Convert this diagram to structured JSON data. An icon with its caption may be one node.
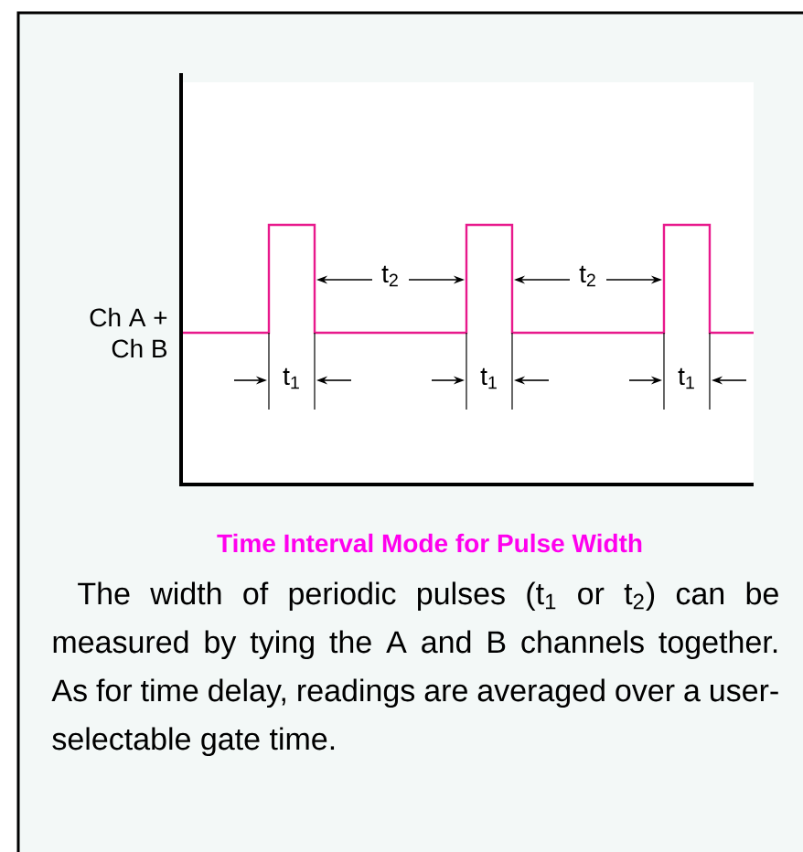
{
  "diagram": {
    "title": "Time Interval Mode for Pulse Width",
    "caption": "The width of periodic pulses (t$_{1}$ or t$_{2}$) can be measured by tying the A and B channels together. As for time delay, readings are averaged over a user-selectable gate time.",
    "labels": [
      "Ch A + Ch B",
      "t$_{2}$",
      "t$_{2}$",
      "t$_{1}$",
      "t$_{1}$",
      "t$_{1}$"
    ]
  }
}
